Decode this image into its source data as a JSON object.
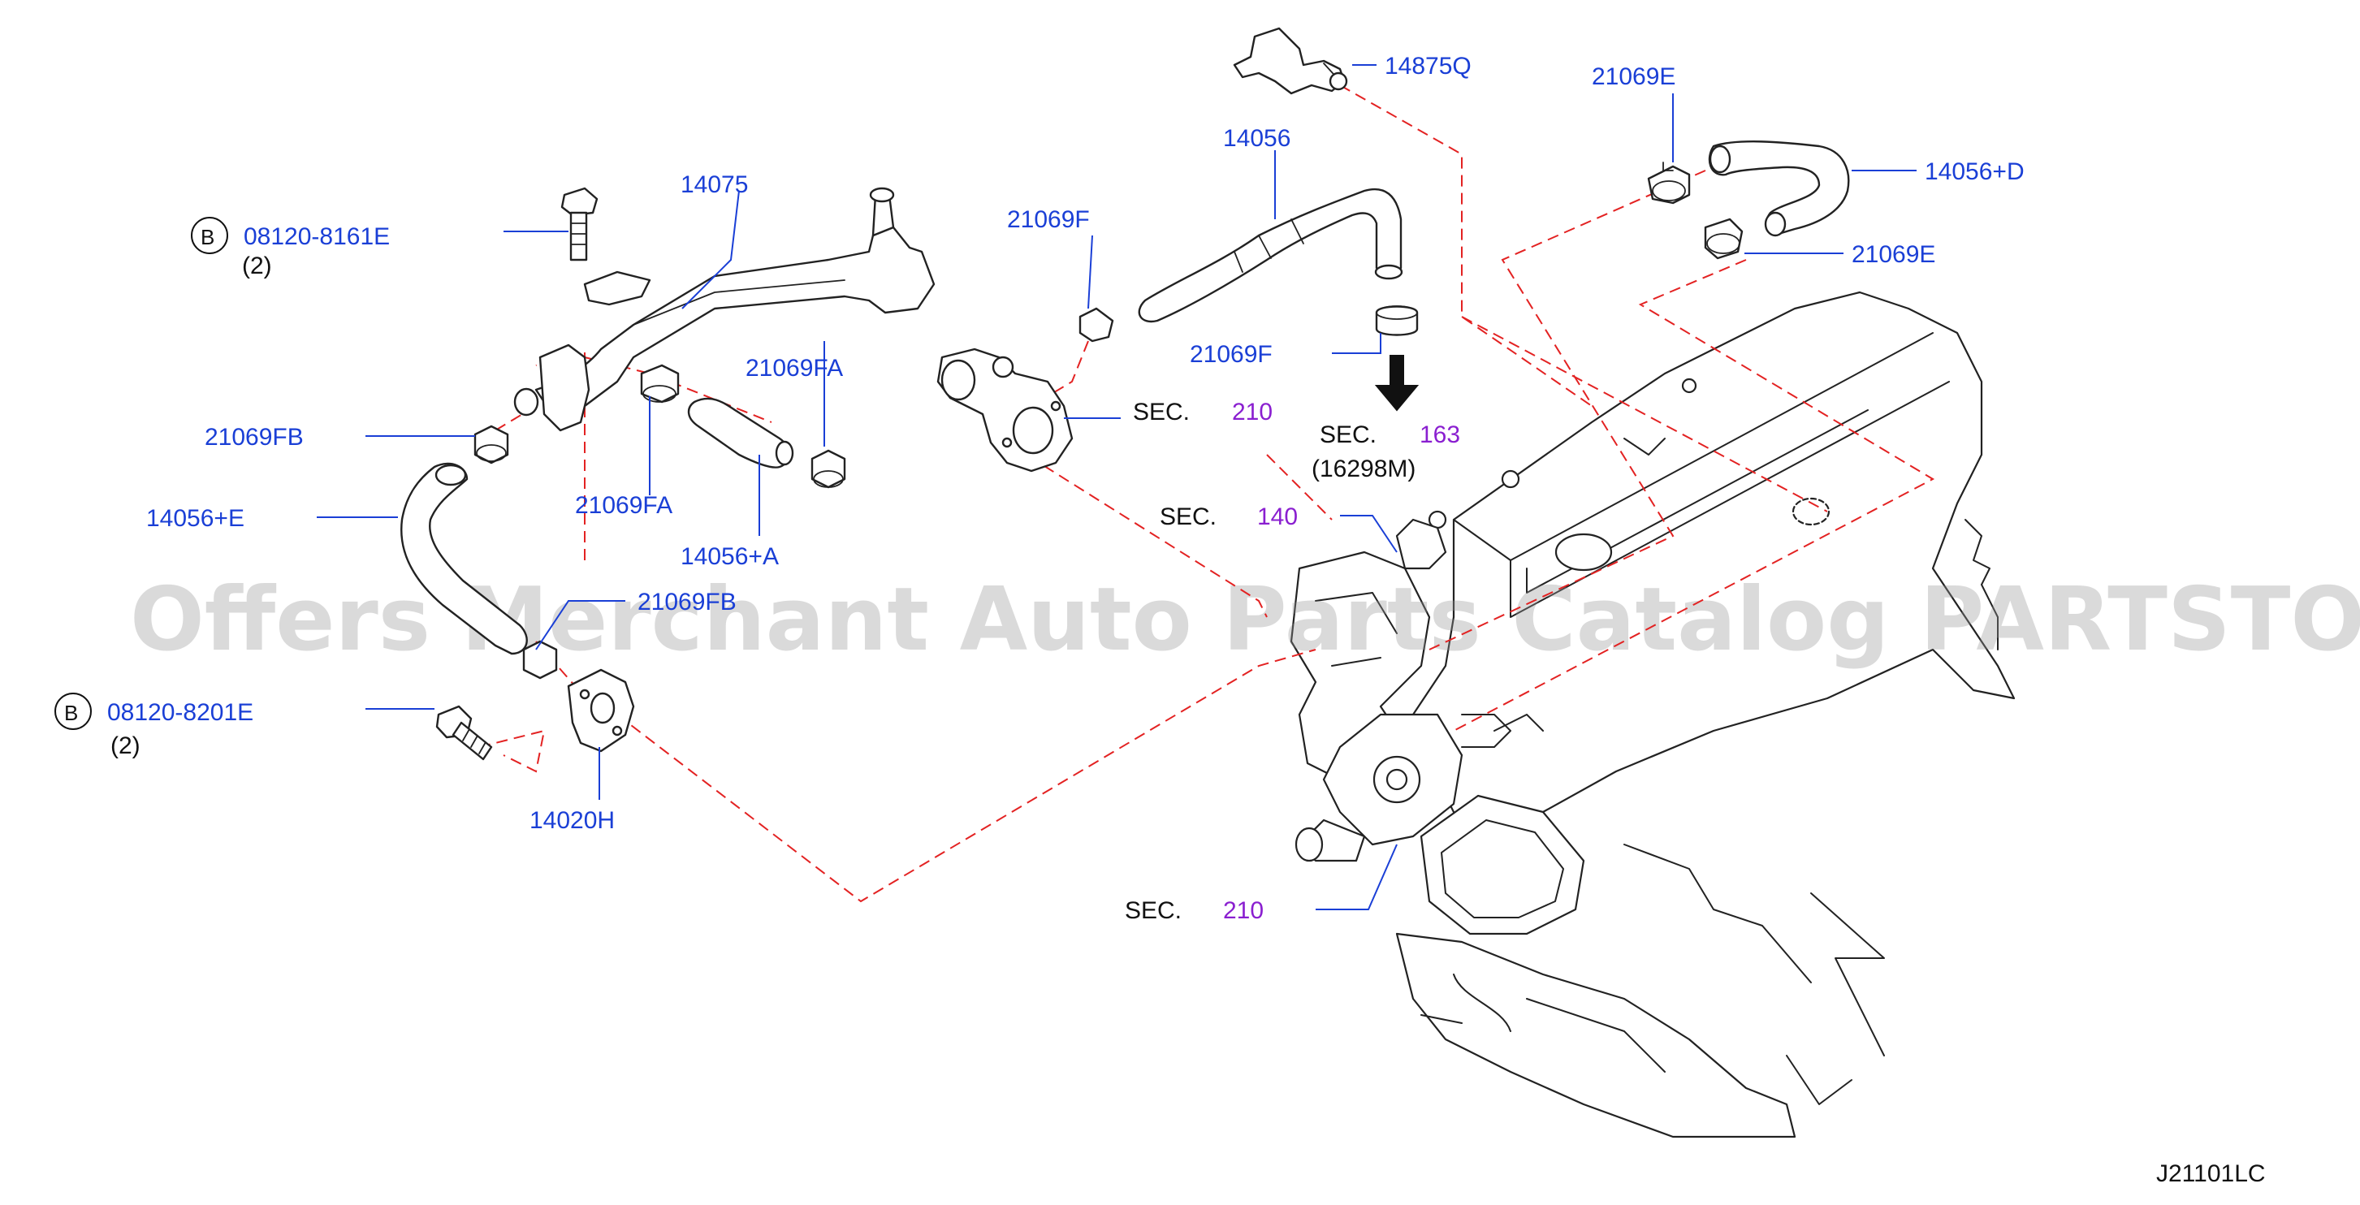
{
  "watermark": "Offers Merchant Auto Parts Catalog PARTSTORE.SA",
  "diagram_code": "J21101LC",
  "bolt_marker": "B",
  "parts": {
    "p14875q": "14875Q",
    "p14056": "14056",
    "p21069e_top": "21069E",
    "p14056d": "14056+D",
    "p21069e_bottom": "21069E",
    "p14075": "14075",
    "p08120_8161e": "08120-8161E",
    "qty_8161e": "(2)",
    "p21069f_top": "21069F",
    "p21069f_bottom": "21069F",
    "p21069fa_top": "21069FA",
    "p21069fb_top": "21069FB",
    "p21069fa_bottom": "21069FA",
    "p14056a": "14056+A",
    "p14056e": "14056+E",
    "p21069fb_bottom": "21069FB",
    "p08120_8201e": "08120-8201E",
    "qty_8201e": "(2)",
    "p14020h": "14020H"
  },
  "sections": {
    "sec_label": "SEC.",
    "s210_upper": "210",
    "s163": "163",
    "s163_note": "(16298M)",
    "s140": "140",
    "s210_lower": "210"
  },
  "colors": {
    "part_number": "#1a3fd6",
    "section_number": "#8a1fd0",
    "dashed_leader": "#e32222"
  }
}
